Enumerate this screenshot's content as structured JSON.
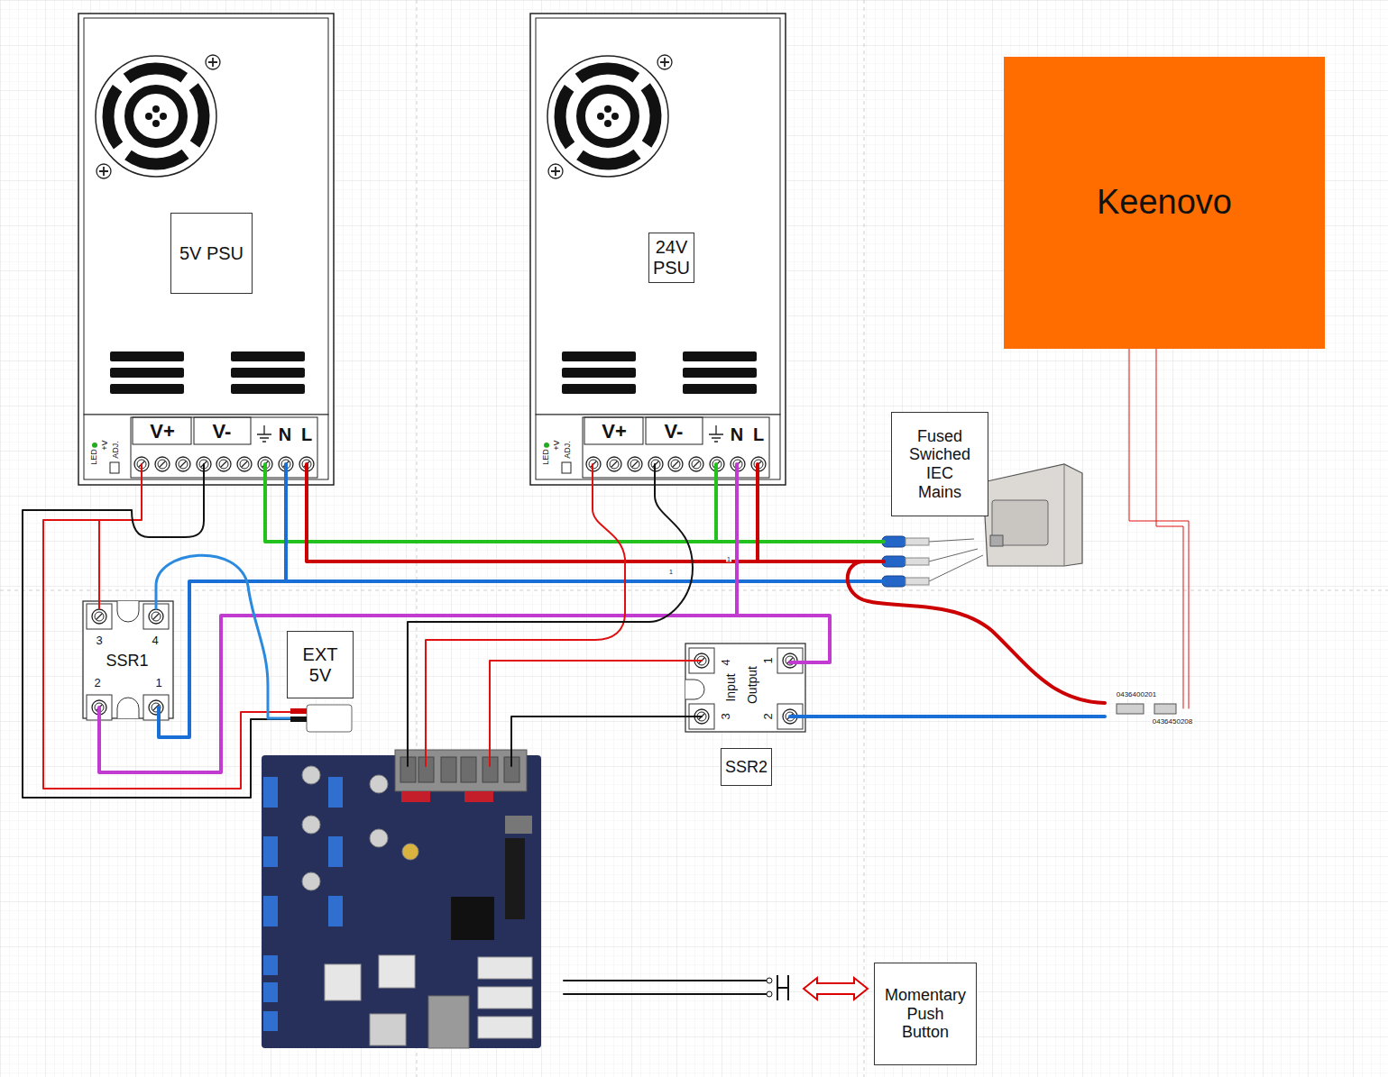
{
  "diagram": {
    "nodes": [
      {
        "text": [
          "5V PSU"
        ]
      },
      {
        "text": [
          "24V PSU"
        ]
      },
      {
        "text": [
          "Keenovo"
        ]
      },
      {
        "text": [
          "Fused Swiched IEC Mains"
        ]
      },
      {
        "text": [
          "EXT 5V"
        ]
      },
      {
        "text": [
          "SSR2"
        ]
      },
      {
        "text": [
          "Momentary Push Button"
        ]
      }
    ],
    "labels": [
      "LED",
      "+V",
      "ADJ.",
      "V+",
      "V-",
      "N",
      "L",
      "LED",
      "+V",
      "ADJ.",
      "V+",
      "V-",
      "N",
      "L",
      "1",
      "1",
      "3",
      "4",
      "SSR1",
      "2",
      "1",
      "4",
      "Input",
      "3",
      "Output",
      "1",
      "2",
      "0436400201",
      "0436450208"
    ]
  }
}
